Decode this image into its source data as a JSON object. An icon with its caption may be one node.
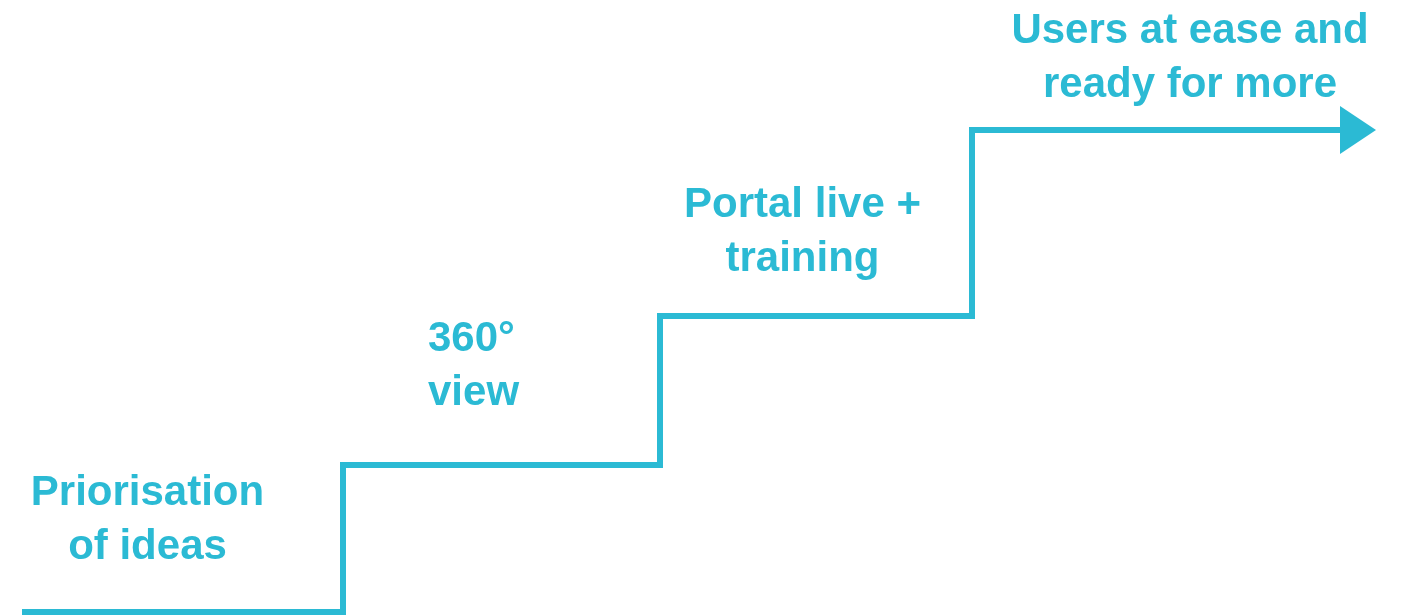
{
  "diagram": {
    "labels": [
      "Priorisation of ideas",
      "360° view",
      "Portal live + training",
      "Users at ease and ready for more"
    ]
  }
}
